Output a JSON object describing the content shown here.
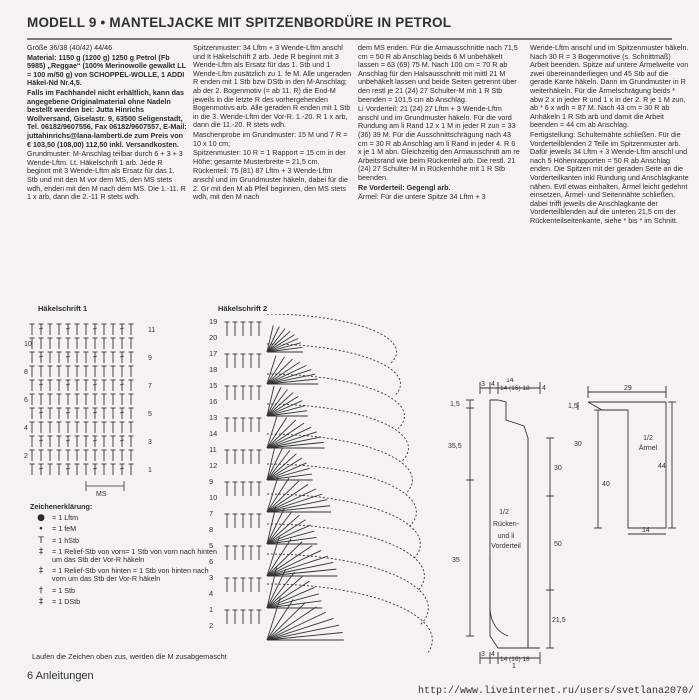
{
  "header": {
    "title": "MODELL 9 • MANTELJACKE MIT SPITZENBORDÜRE IN PETROL"
  },
  "col1": {
    "p1": "Größe 36/38 (40/42) 44/46",
    "p2": "Material: 1150 g (1200 g) 1250 g Petrol (Fb 5985) „Reggae“ (100% Merinowolle gewalkt LL = 100 m/50 g) von SCHOPPEL-WOLLE, 1 ADDI Häkel-Nd Nr.4,5.",
    "p3": "Falls im Fachhandel nicht erhältlich, kann das angegebene Originalmaterial ohne Nadeln bestellt werden bei: Jutta Hinrichs Wollversand, Giselastr. 9, 63500 Seligenstadt, Tel. 06182/9607556, Fax 06182/9607557, E-Mail: juttahinrichs@lana-lamberti.de zum Preis von € 103,50 (108,00) 112,50 inkl. Versandkosten.",
    "p4": "Grundmuster: M-Anschlag teilbar durch 6 + 3 + 3 Wende-Lftm. Lt. Häkelschrift 1 arb. Jede R beginnt mit 3 Wende-Lftm als Ersatz für das 1. Stb und mit den M vor dem MS, den MS stets wdh, enden mit den M nach dem MS. Die 1.-11. R 1 x arb, dann die 2.-11 R stets wdh."
  },
  "col2": {
    "p1": "Spitzenmuster: 34 Lftm + 3 Wende-Lftm anschl und It Häkelschrift 2 arb. Jede R beginnt mit 3 Wende-Lftm als Ersatz für das 1. Stb und 1 Wende-Lftm zusätzlich zu 1. fe M. Alle ungeraden R enden mit 1 Stb bzw DStb in den M-Anschlag; ab der 2. Bogenmotiv (= ab 11. R) die End-M jeweils in die letzte R des vorhergehenden Bogenmotivs arb. Alle geraden R enden mit 1 Stb in die 3. Wende-Lftm der Vor-R. 1.-20. R 1 x arb, dann die 11.-20. R stets wdh.",
    "p2": "Maschenprobe im Grundmuster: 15 M und 7 R = 10 x 10 cm;",
    "p3": "Spitzenmuster: 10 R = 1 Rapport = 15 cm in der Höhe; gesamte Musterbreite = 21,5 cm.",
    "p4": "Rückenteil: 75 (81) 87 Lftm + 3 Wende-Lftm anschl und im Grundmuster häkeln, dabei für die 2. Gr mit den M ab Pfeil beginnen, den MS stets wdh, mit den M nach"
  },
  "col3": {
    "p1": "dem MS enden. Für die Armausschnitte nach 71,5 cm = 50 R ab Anschlag beids 6 M unbehäkelt lassen = 63 (69) 75 M. Nach 100 cm = 70 R ab Anschlag für den Halsausschnitt mit mittl 21 M unbehäkelt lassen und beide Seiten getrennt über den restl je 21 (24) 27 Schulter-M mit 1 R Stb beenden = 101,5 cm ab Anschlag.",
    "p2": "Li Vorderteil: 21 (24) 27 Lftm + 3 Wende-Lftm anschl und im Grundmuster häkeln. Für die vord Rundung am li Rand 12 x 1 M in jeder R zun = 33 (36) 39 M. Für die Ausschnittschrägung nach 43 cm = 30 R ab Anschlag am li Rand in jeder 4. R 6 x je 1 M abn. Gleichzeitig den Armausschnitt am re Arbeitsrand wie beim Rückenteil arb. Die restl. 21 (24) 27 Schulter-M in Rückenhöhe mit 1 R Stb beenden.",
    "p3": "Re Vorderteil: Gegengl arb.",
    "p4": "Ärmel: Für die untere Spitze 34 Lftm + 3"
  },
  "col4": {
    "p1": "Wende-Lftm anschl und im Spitzenmuster häkeln. Nach 30 R = 3 Bogenmotive (s. Schnittmaß) Arbeit beenden. Spitze auf untere Ärmelweite von zwei übereinanderliegen und 45 Stb auf die gerade Kante häkeln. Dann im Grundmuster in R weiterhäkeln. Für die Ärmelschrägung beids * abw 2 x in jeder R und 1 x in der 2. R je 1 M zun, ab * 6 x wdh = 87 M. Nach 43 cm = 30 R ab Anhäkeln 1 R Stb arb und damit die Arbeit beenden = 44 cm ab Anschlag.",
    "p2": "Fertigstellung: Schulternähte schließen. Für die Vorderteilblenden 2 Teile im Spitzenmuster arb. Dafür jeweils 34 Lftm + 3 Wende-Lftm anschl und nach 5 Höhenrapporten = 50 R ab Anschlag enden. Die Spitzen mit der geraden Seite an die Vorderteilkanten inkl Rundung und Anschlagkante nähen. Evtl etwas einhalten. Ärmel leicht gedehnt einsetzen, Ärmel- und Seitennähte schließen, dabei trifft jeweils die Anschlagkante der Vorderteilblenden auf die unteren 21,5 cm der Rückenteilseitenkante, siehe * bis * im Schnitt."
  },
  "diagrams": {
    "haekel1_label": "Häkelschrift 1",
    "haekel2_label": "Häkelschrift 2",
    "ms_label": "MS",
    "row_numbers_1": [
      "11",
      "9",
      "7",
      "5",
      "3",
      "1"
    ],
    "row_numbers_1_right": [
      "10",
      "8",
      "6",
      "4",
      "2"
    ],
    "row_numbers_2": [
      "19",
      "17",
      "15",
      "13",
      "11",
      "9",
      "7",
      "5",
      "3",
      "1"
    ],
    "row_numbers_2_right": [
      "20",
      "18",
      "16",
      "14",
      "12",
      "10",
      "8",
      "6",
      "4",
      "2"
    ]
  },
  "legend": {
    "title": "Zeichenerklärung:",
    "items": [
      {
        "sym": "●",
        "text": "= 1 Lftm"
      },
      {
        "sym": "∙",
        "text": "= 1 feM"
      },
      {
        "sym": "T",
        "text": "= 1 hStb"
      },
      {
        "sym": "‡",
        "text": "= 1 Relief-Stb von vorn= 1 Stb von vorn nach hinten um das Stb der Vor-R häkeln"
      },
      {
        "sym": "‡",
        "text": "= 1 Relief-Stb von hinten = 1 Stb von hinten nach vorn um das Stb der Vor-R häkeln"
      },
      {
        "sym": "†",
        "text": "= 1 Stb"
      },
      {
        "sym": "‡",
        "text": "= 1 DStb"
      }
    ],
    "footnote": "Laufen die Zeichen oben zus, werden die M zusabgemascht"
  },
  "schematic": {
    "back_label_1": "1/2",
    "back_label_2": "Rücken-",
    "back_label_3": "und li",
    "back_label_4": "Vorderteil",
    "sleeve_label_1": "1/2",
    "sleeve_label_2": "Ärmel",
    "top_dims": [
      "3",
      "4",
      "14",
      "(16)",
      "18",
      "4"
    ],
    "top_14": "14",
    "dim_15": "1,5",
    "dim_355": "35,5",
    "dim_35": "35",
    "dim_30": "30",
    "dim_50": "50",
    "dim_215": "21,5",
    "bottom_dims": [
      "3",
      "4",
      "14",
      "(16)",
      "18"
    ],
    "bottom_1": "1",
    "sleeve_top": "29",
    "sleeve_15": "1,5",
    "sleeve_44": "44",
    "sleeve_30": "30",
    "sleeve_40": "40",
    "sleeve_14": "14"
  },
  "footer": {
    "page": "6 Anleitungen",
    "url": "http://www.liveinternet.ru/users/svetlana2070/"
  }
}
